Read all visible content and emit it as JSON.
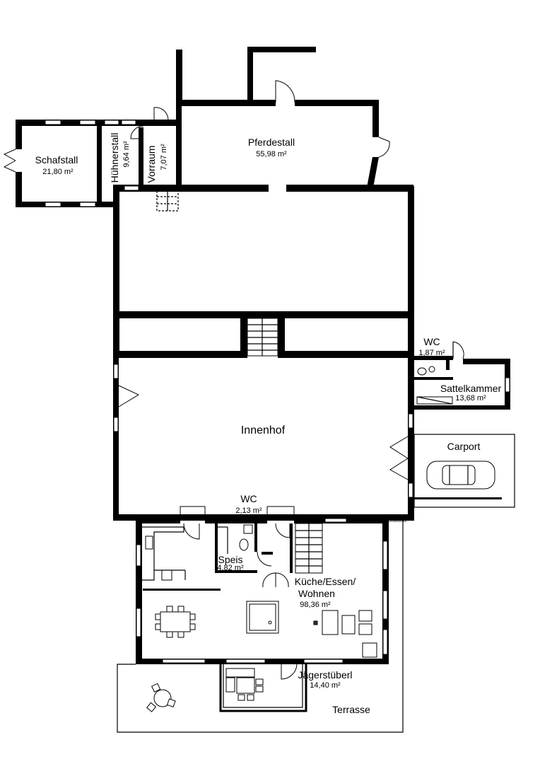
{
  "rooms": {
    "schafstall": {
      "name": "Schafstall",
      "area": "21,80 m²"
    },
    "huehnerstall": {
      "name": "Hühnerstall",
      "area": "9,64 m²"
    },
    "vorraum": {
      "name": "Vorraum",
      "area": "7,07 m²"
    },
    "pferdestall": {
      "name": "Pferdestall",
      "area": "55,98 m²"
    },
    "wc_upper": {
      "name": "WC",
      "area": "1,87 m²"
    },
    "sattelkammer": {
      "name": "Sattelkammer",
      "area": "13,68 m²"
    },
    "innenhof": {
      "name": "Innenhof"
    },
    "carport": {
      "name": "Carport"
    },
    "wc_lower": {
      "name": "WC",
      "area": "2,13 m²"
    },
    "speis": {
      "name": "Speis",
      "area": "4,82 m²"
    },
    "kueche": {
      "line1": "Küche/Essen/",
      "line2": "Wohnen",
      "area": "98,36 m²"
    },
    "jaegerstueberl": {
      "name": "Jägerstüberl",
      "area": "14,40 m²"
    },
    "terrasse": {
      "name": "Terrasse"
    }
  },
  "watermark": "McGrundriss"
}
